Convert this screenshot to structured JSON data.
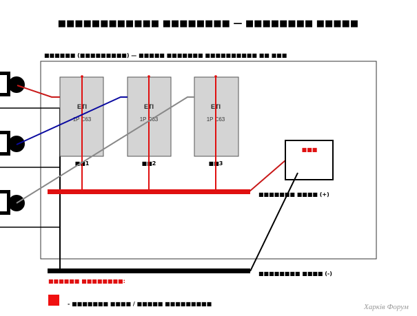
{
  "title": "■■■■■■■■■■■■ ■■■■■■■■ — ■■■■■■■■ ■■■■■",
  "subtitle": "■■■■■■ (■■■■■■■■■) — ■■■■■ ■■■■■■■ ■■■■■■■■■■ ■■ ■■■",
  "breakers": [
    {
      "brand": "ETI",
      "model": "1P C63",
      "label": "■■1"
    },
    {
      "brand": "ETI",
      "model": "1P C63",
      "label": "■■2"
    },
    {
      "brand": "ETI",
      "model": "1P C63",
      "label": "■■3"
    }
  ],
  "load_box_label": "■■■",
  "bus_positive_label": "■■■■■■■ ■■■■ (+)",
  "bus_negative_label": "■■■■■■■■ ■■■■ (-)",
  "legend": {
    "title": "■■■■■■ ■■■■■■■■:",
    "item": "- ■■■■■■■ ■■■■ / ■■■■■ ■■■■■■■■■"
  },
  "watermark": "Харків Форум",
  "colors": {
    "phase": "#e01010",
    "wire_blue": "#0a0aa0",
    "wire_gray": "#888888",
    "breaker_fill": "#d4d4d4"
  }
}
